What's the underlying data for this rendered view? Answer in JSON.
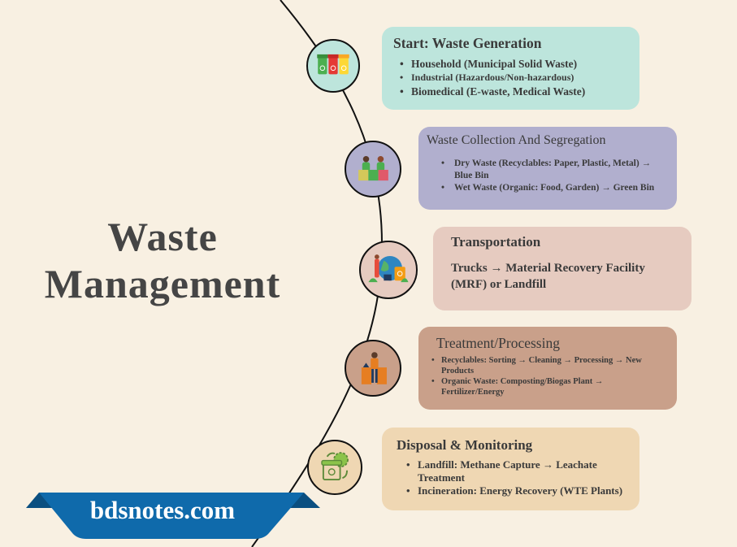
{
  "title": {
    "line1": "Waste",
    "line2": "Management"
  },
  "steps": [
    {
      "heading": "Start: Waste Generation",
      "icon": "waste-bins-icon",
      "color": "#bde5dc",
      "items": [
        "Household (Municipal Solid Waste)",
        "Industrial (Hazardous/Non-hazardous)",
        "Biomedical (E-waste, Medical Waste)"
      ]
    },
    {
      "heading": "Waste Collection And Segregation",
      "icon": "people-sorting-waste-icon",
      "color": "#b1afce",
      "items": [
        "Dry Waste (Recyclables: Paper, Plastic, Metal) → Blue Bin",
        "Wet Waste (Organic: Food, Garden) → Green Bin"
      ]
    },
    {
      "heading": "Transportation",
      "icon": "globe-recycling-icon",
      "color": "#e6cbc0",
      "text": "Trucks → Material Recovery Facility (MRF) or Landfill"
    },
    {
      "heading": "Treatment/Processing",
      "icon": "person-disposing-waste-icon",
      "color": "#c9a08a",
      "items": [
        "Recyclables: Sorting → Cleaning → Processing → New Products",
        "Organic Waste: Composting/Biogas Plant → Fertilizer/Energy"
      ]
    },
    {
      "heading": "Disposal & Monitoring",
      "icon": "recycle-bin-gear-icon",
      "color": "#efd7b3",
      "items": [
        "Landfill: Methane Capture → Leachate Treatment",
        "Incineration: Energy Recovery (WTE Plants)"
      ]
    }
  ],
  "banner": {
    "text": "bdsnotes.com",
    "color": "#0f6aab"
  }
}
